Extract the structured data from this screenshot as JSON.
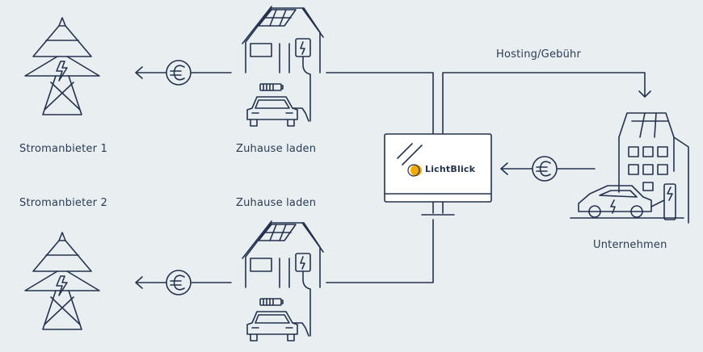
{
  "labels": {
    "provider1": "Stromanbieter 1",
    "home1": "Zuhause laden",
    "provider2": "Stromanbieter 2",
    "home2": "Zuhause laden",
    "company": "Unternehmen",
    "hosting": "Hosting/Gebühr",
    "brand": "LichtBlick"
  },
  "symbols": {
    "euro": "€"
  },
  "colors": {
    "line": "#24324f",
    "background": "#e9eff0",
    "accent": "#f2a900"
  }
}
